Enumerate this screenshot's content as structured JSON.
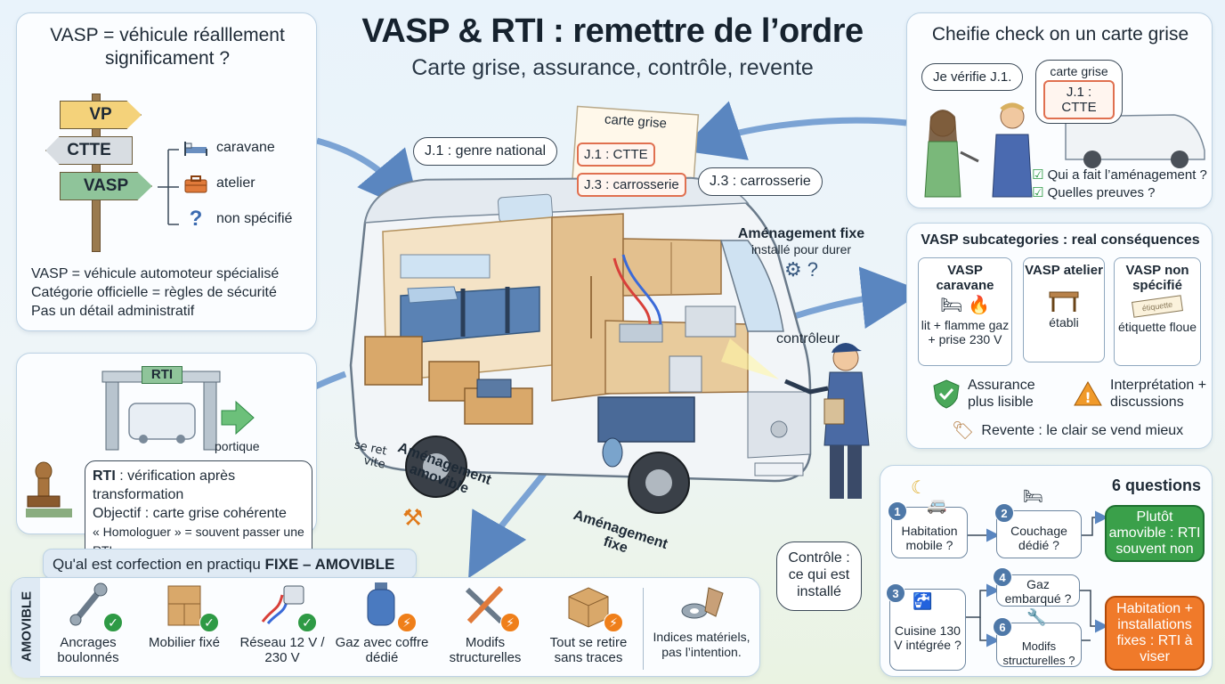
{
  "header": {
    "title": "VASP & RTI : remettre de l’ordre",
    "subtitle": "Carte grise, assurance, contrôle, revente"
  },
  "vasp_panel": {
    "question": "VASP = véhicule réalllement significament ?",
    "signs": [
      "VP",
      "CTTE",
      "VASP"
    ],
    "branches": [
      "caravane",
      "atelier",
      "non spécifié"
    ],
    "definitions": [
      "VASP = véhicule automoteur spécialisé",
      "Catégorie officielle = règles de sécurité",
      "Pas un détail administratif"
    ]
  },
  "rti_panel": {
    "gate_label": "RTI",
    "gate_caption": "portique",
    "line1_bold": "RTI",
    "line1_rest": " : vérification après transformation",
    "line2": "Objectif : carte grise cohérente",
    "line3": "« Homologuer » = souvent passer une RTI"
  },
  "center": {
    "doc_title": "carte grise",
    "doc_field1": "J.1 : CTTE",
    "doc_field2": "J.3 : carrosserie",
    "bubble_j1": "J.1 : genre national",
    "bubble_j3": "J.3 : carrosserie",
    "fixed_title": "Aménagement fixe",
    "fixed_sub": "installé pour durer",
    "inspector_label": "contrôleur",
    "removable_small_1": "se ret",
    "removable_small_2": "vite",
    "removable_label": "Aménagement amovible",
    "fixed_floor_label": "Aménagement fixe",
    "control_bubble": "Contrôle : ce qui est installé"
  },
  "check_panel": {
    "title": "Cheifie check on un carte grise",
    "speech_woman": "Je vérifie J.1.",
    "card_title": "carte grise",
    "card_field": "J.1 : CTTE",
    "checks": [
      "Qui a fait l’aménagement ?",
      "Quelles preuves ?"
    ]
  },
  "subcat_panel": {
    "title": "VASP subcategories : real conséquences",
    "cards": [
      {
        "title": "VASP caravane",
        "desc": "lit + flamme gaz + prise 230 V"
      },
      {
        "title": "VASP atelier",
        "desc": "établi"
      },
      {
        "title": "VASP non spécifié",
        "desc": "étiquette floue",
        "sticker": "étiquette"
      }
    ],
    "insurance": "Assurance plus lisible",
    "interpretation": "Interprétation + discussions",
    "resale": "Revente : le clair se vend mieux"
  },
  "bottom_strip": {
    "heading_prefix": "Qu'al est corfection en practiqu ",
    "heading_bold": "FIXE – AMOVIBLE",
    "side_label": "AMOVIBLE",
    "items": [
      {
        "label": "Ancrages boulonnés",
        "status": "ok"
      },
      {
        "label": "Mobilier fixé",
        "status": "ok"
      },
      {
        "label": "Réseau 12 V / 230 V",
        "status": "ok"
      },
      {
        "label": "Gaz avec coffre dédié",
        "status": "warn"
      },
      {
        "label": "Modifs structurelles",
        "status": "warn"
      },
      {
        "label": "Tout se retire sans traces",
        "status": "warn"
      }
    ],
    "note": "Indices matériels, pas l’intention."
  },
  "questions_panel": {
    "title": "6 questions",
    "q1": "Habitation mobile ?",
    "q2": "Couchage dédié ?",
    "q3": "Cuisine 130 V intégrée ?",
    "q4": "Gaz embarqué ?",
    "q6": "Modifs structurelles ?",
    "nums": [
      "1",
      "2",
      "3",
      "4",
      "6"
    ],
    "result_green": "Plutôt amovible : RTI souvent non",
    "result_orange": "Habitation + installations fixes : RTI à viser"
  }
}
